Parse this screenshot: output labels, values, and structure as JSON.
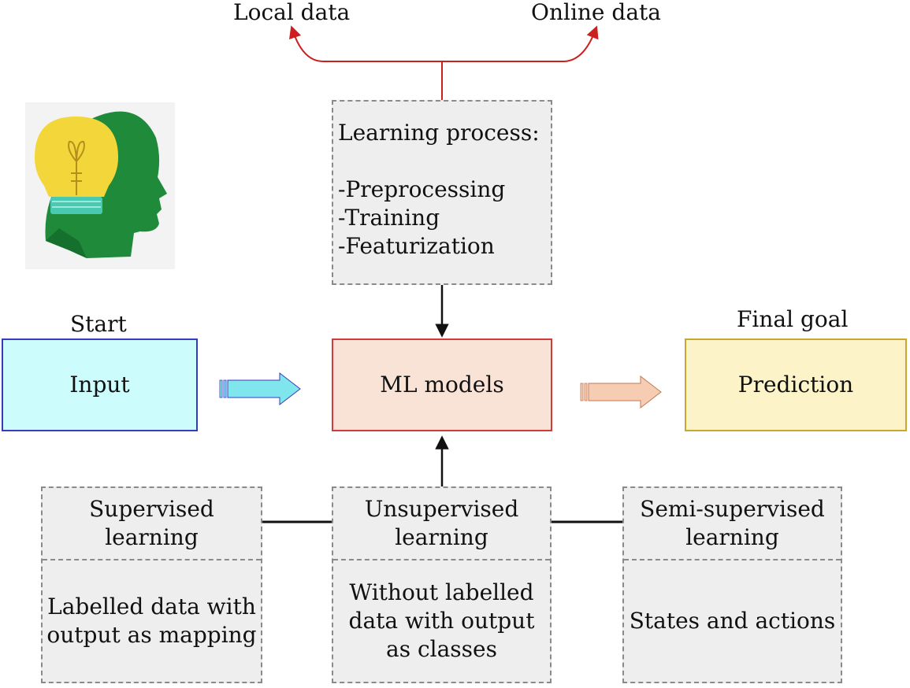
{
  "sources": {
    "local": "Local data",
    "online": "Online data"
  },
  "process": {
    "title": "Learning process:",
    "items": [
      "-Preprocessing",
      "-Training",
      "-Featurization"
    ]
  },
  "labels": {
    "start": "Start",
    "final_goal": "Final goal"
  },
  "nodes": {
    "input": "Input",
    "models": "ML models",
    "prediction": "Prediction"
  },
  "learning_types": [
    {
      "name": "Supervised\nlearning",
      "desc": "Labelled data with\noutput as mapping"
    },
    {
      "name": "Unsupervised\nlearning",
      "desc": "Without labelled\ndata with output\nas classes"
    },
    {
      "name": "Semi-supervised\nlearning",
      "desc": "States and actions"
    }
  ],
  "colors": {
    "input_fill": "#ccfcfc",
    "input_border": "#3a3ac0",
    "models_fill": "#f9e3d6",
    "models_border": "#d23b3b",
    "prediction_fill": "#fdf3c8",
    "prediction_border": "#c9a832",
    "source_arrow": "#cc1f1f",
    "cyan_arrow": "#7fe6ee",
    "peach_arrow": "#f6cdb3"
  },
  "icon": "lightbulb-head-icon"
}
